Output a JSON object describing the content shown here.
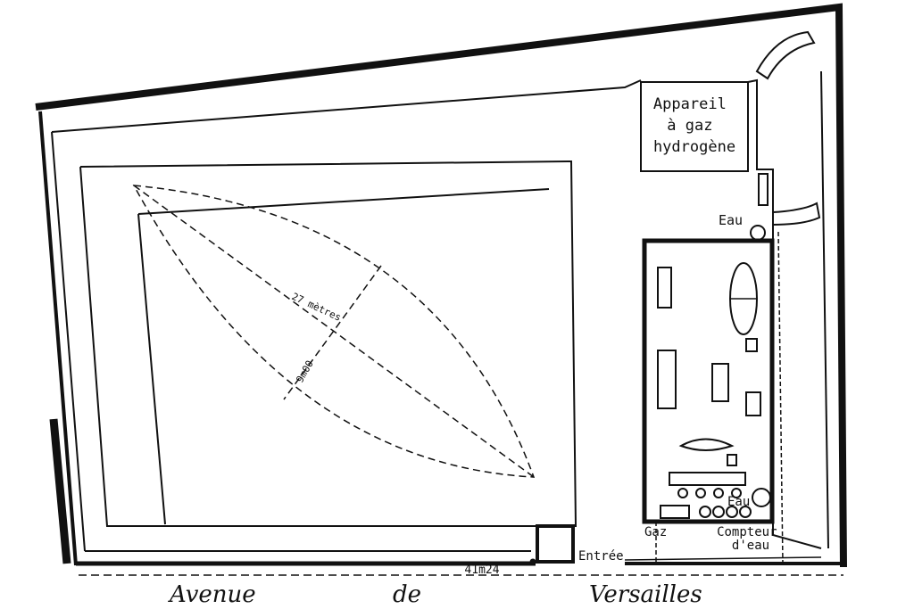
{
  "plan": {
    "gas_apparatus": [
      "Appareil",
      "à gaz",
      "hydrogène"
    ],
    "water_top": "Eau",
    "water_bottom": "Eau",
    "length_label": "27 mètres",
    "width_label": "9m00",
    "gas": "Gaz",
    "water_meter": [
      "Compteur",
      "d'eau"
    ],
    "entrance": "Entrée",
    "total_width": "41m24",
    "street": [
      "Avenue",
      "de",
      "Versailles"
    ]
  }
}
